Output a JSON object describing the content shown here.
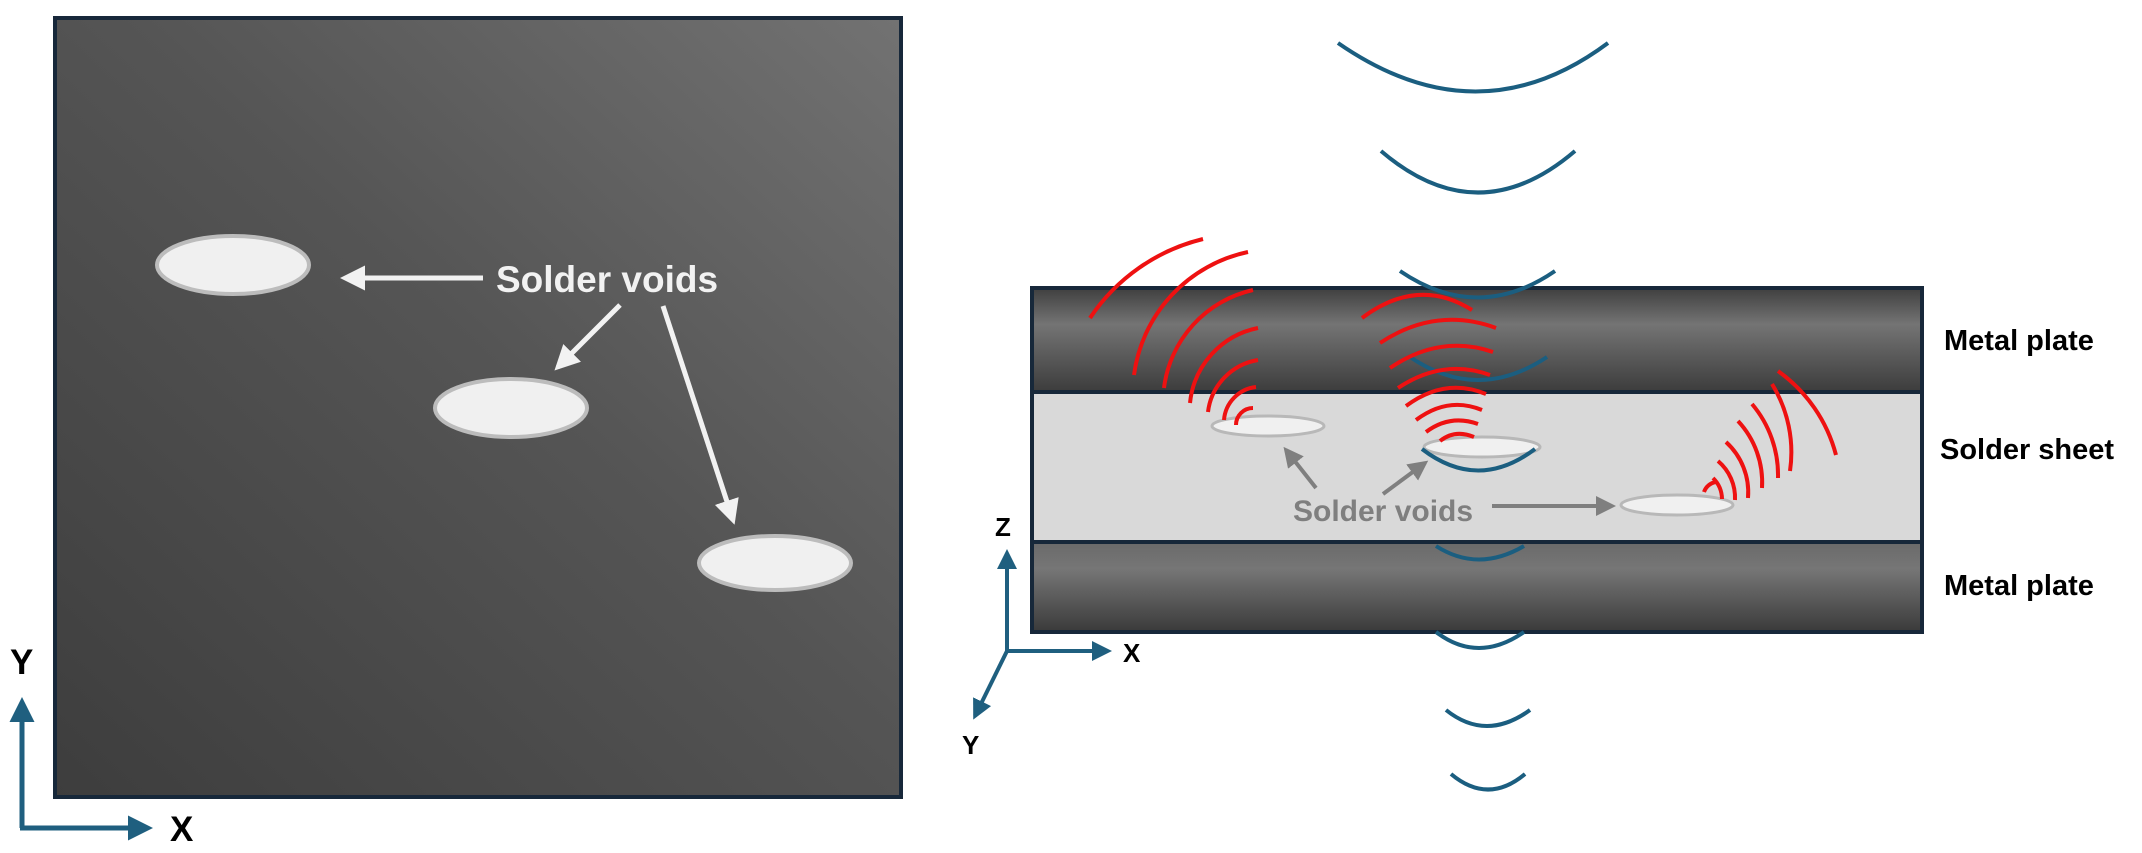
{
  "top_view": {
    "label": "Solder voids",
    "axis_x": "X",
    "axis_y": "Y"
  },
  "cross_section": {
    "layers": {
      "top": "Metal plate",
      "middle": "Solder sheet",
      "bottom": "Metal plate"
    },
    "voids_label": "Solder voids",
    "axis_x": "X",
    "axis_y": "Y",
    "axis_z": "Z"
  },
  "colors": {
    "axis": "#1f5f7f",
    "incident_wave": "#1b5e80",
    "reflected_wave": "#ee1111",
    "panel_border": "#17283a",
    "void_fill": "#f0f0f0",
    "solder_fill": "#d9d9d9"
  },
  "icons": {
    "incident_wave": "ultrasonic-incident-wave-arc",
    "reflected_wave": "ultrasonic-reflected-wave-arc"
  }
}
